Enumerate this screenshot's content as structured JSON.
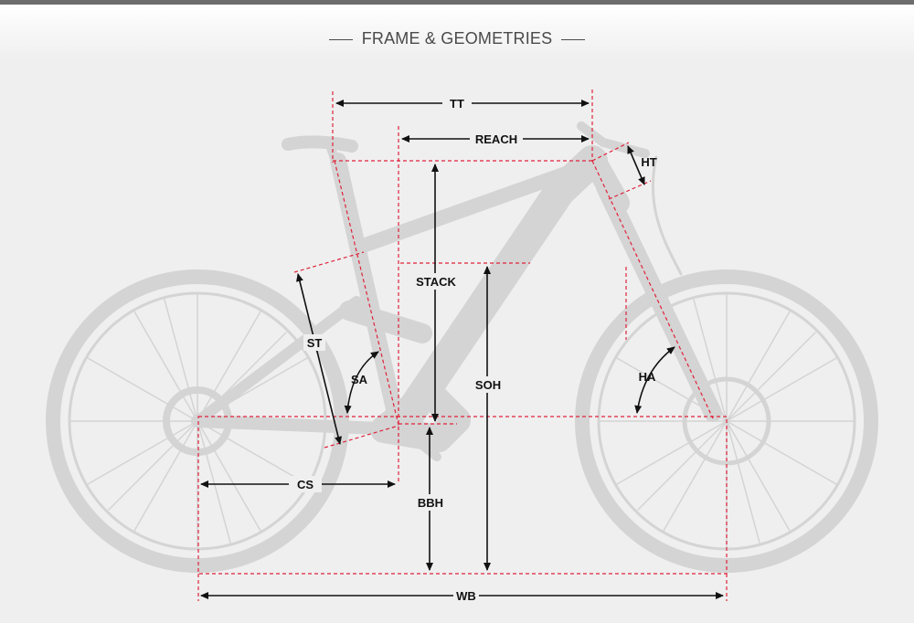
{
  "header": {
    "title": "FRAME & GEOMETRIES"
  },
  "colors": {
    "guide": "#e0223a",
    "arrow": "#111111",
    "bike": "#d4d4d4",
    "background": "#efefef"
  },
  "labels": {
    "tt": "TT",
    "reach": "REACH",
    "ht": "HT",
    "stack": "STACK",
    "st": "ST",
    "sa": "SA",
    "soh": "SOH",
    "ha": "HA",
    "cs": "CS",
    "bbh": "BBH",
    "wb": "WB"
  }
}
